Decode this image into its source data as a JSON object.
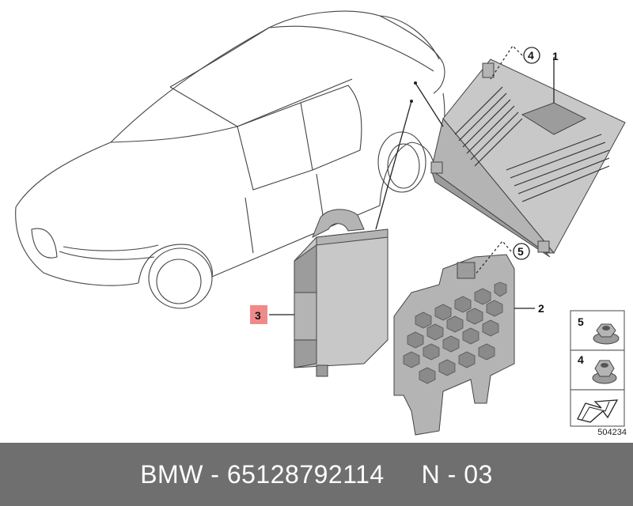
{
  "callouts": {
    "item_1": "1",
    "item_2": "2",
    "item_3": "3",
    "item_4": "4",
    "item_5": "5"
  },
  "legend": {
    "nut_5": "5",
    "nut_4": "4"
  },
  "reference_number": "504234",
  "footer": {
    "text": "BMW - 65128792114     N - 03"
  },
  "colors": {
    "highlight": "#f08a8a",
    "footer_bg": "#6f6f6f",
    "part_fill": "#b4b4b4"
  }
}
